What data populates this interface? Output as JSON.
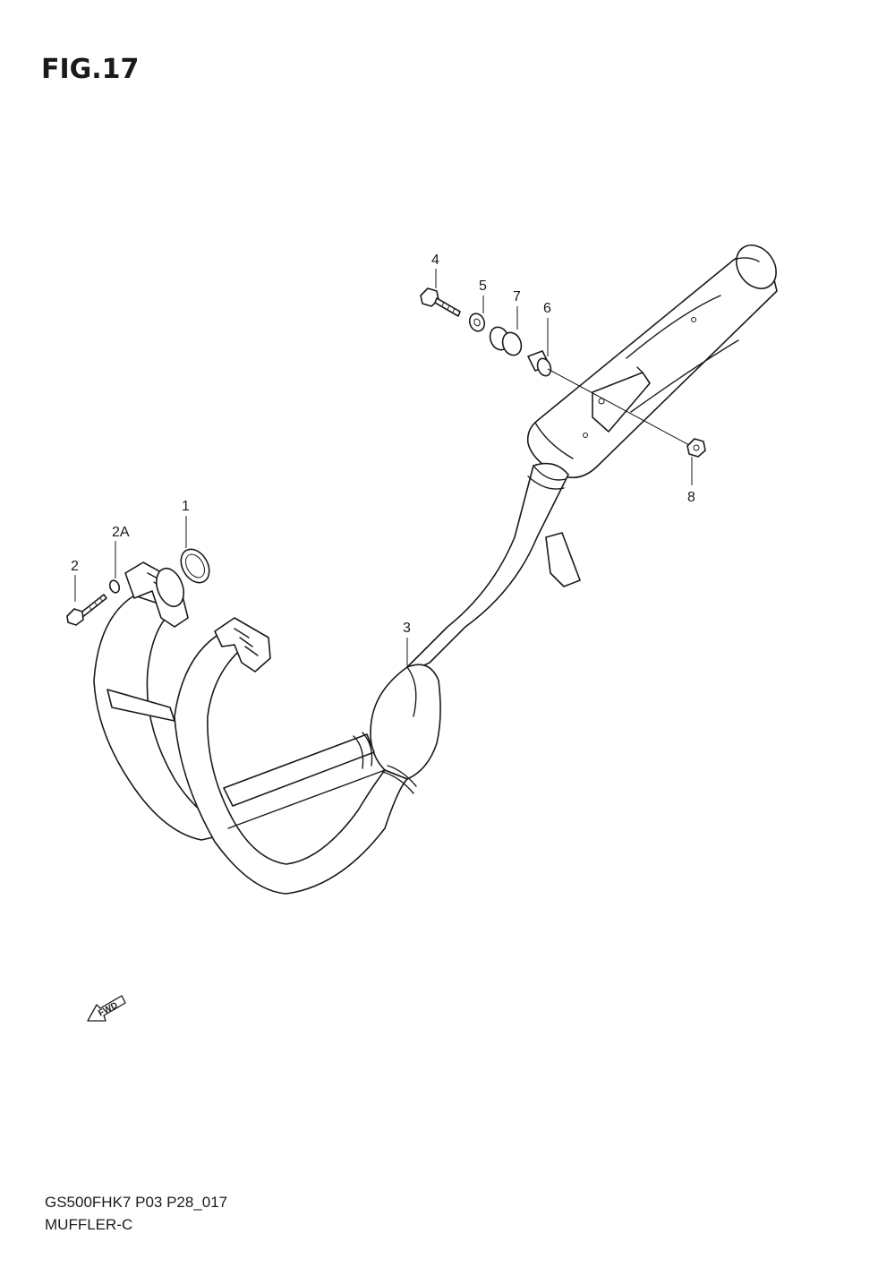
{
  "figure": {
    "title": "FIG.17"
  },
  "callouts": [
    {
      "id": "c1",
      "label": "1"
    },
    {
      "id": "c2",
      "label": "2"
    },
    {
      "id": "c2a",
      "label": "2A"
    },
    {
      "id": "c3",
      "label": "3"
    },
    {
      "id": "c4",
      "label": "4"
    },
    {
      "id": "c5",
      "label": "5"
    },
    {
      "id": "c6",
      "label": "6"
    },
    {
      "id": "c7",
      "label": "7"
    },
    {
      "id": "c8",
      "label": "8"
    }
  ],
  "direction_badge": {
    "label": "FWD"
  },
  "footer": {
    "code": "GS500FHK7 P03 P28_017",
    "name": "MUFFLER-C"
  }
}
